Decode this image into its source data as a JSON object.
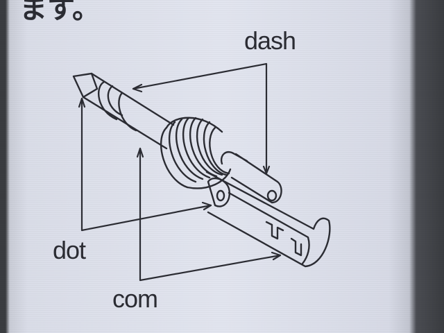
{
  "top_text": "ます。",
  "labels": {
    "dash": "dash",
    "dot": "dot",
    "com": "com"
  },
  "colors": {
    "ink": "#2b2c33",
    "paper": "#e2e5ef"
  }
}
